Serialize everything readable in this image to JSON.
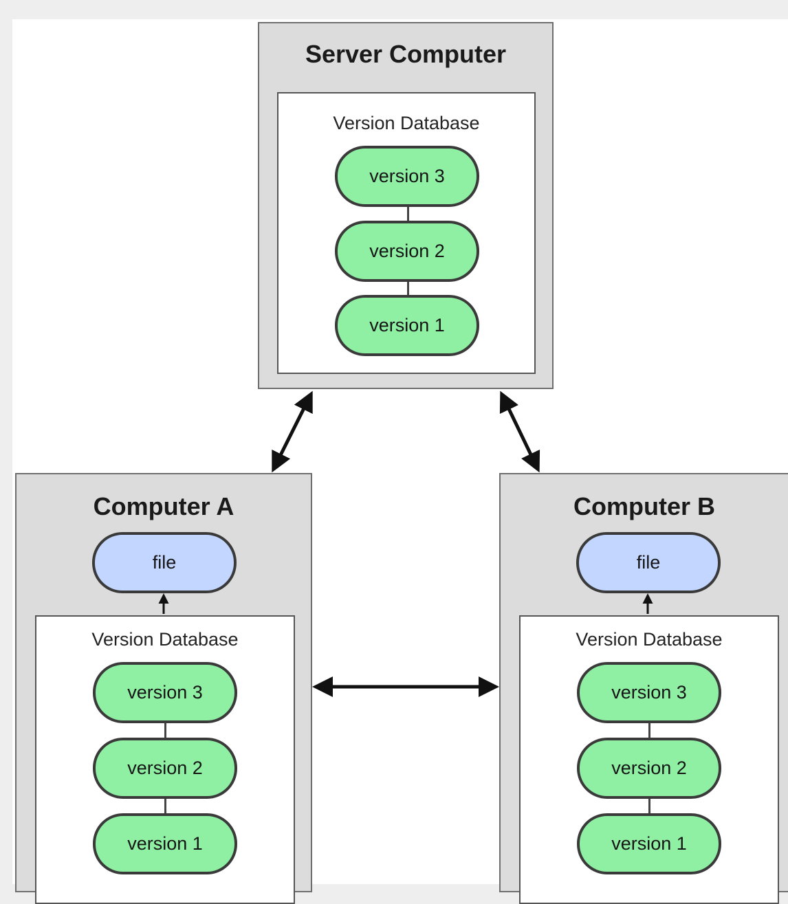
{
  "server": {
    "title": "Server Computer",
    "database": {
      "label": "Version Database",
      "versions": [
        "version 3",
        "version 2",
        "version 1"
      ]
    }
  },
  "computer_a": {
    "title": "Computer A",
    "file_label": "file",
    "database": {
      "label": "Version Database",
      "versions": [
        "version 3",
        "version 2",
        "version 1"
      ]
    }
  },
  "computer_b": {
    "title": "Computer B",
    "file_label": "file",
    "database": {
      "label": "Version Database",
      "versions": [
        "version 3",
        "version 2",
        "version 1"
      ]
    }
  },
  "colors": {
    "version_fill": "#8ff0a4",
    "file_fill": "#c3d6ff",
    "machine_fill": "#dcdcdc"
  }
}
